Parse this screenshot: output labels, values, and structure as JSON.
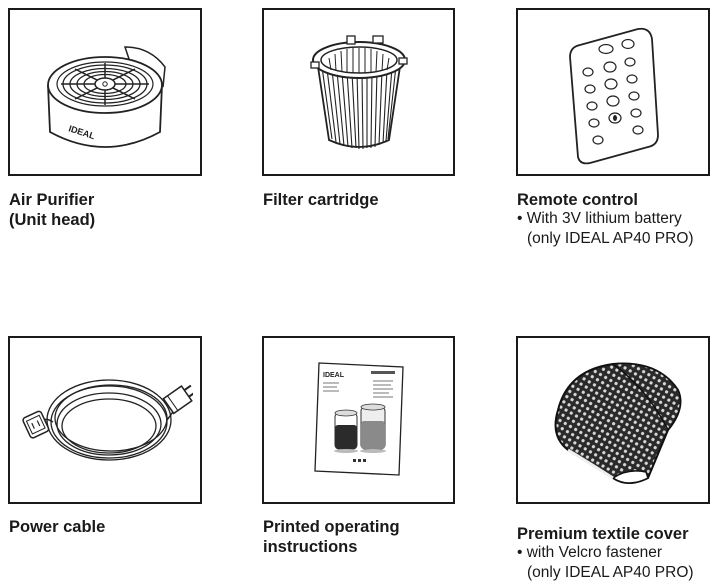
{
  "items": [
    {
      "title": [
        "Air Purifier",
        "(Unit head)"
      ],
      "notes": [],
      "icon": "air-purifier-unit-icon",
      "brand_text": "IDEAL"
    },
    {
      "title": [
        "Filter cartridge"
      ],
      "notes": [],
      "icon": "filter-cartridge-icon"
    },
    {
      "title": [
        "Remote control"
      ],
      "notes": [
        "• With 3V lithium battery",
        "(only IDEAL AP40 PRO)"
      ],
      "icon": "remote-control-icon"
    },
    {
      "title": [
        "Power cable"
      ],
      "notes": [],
      "icon": "power-cable-icon"
    },
    {
      "title": [
        "Printed operating",
        "instructions"
      ],
      "notes": [],
      "icon": "manual-booklet-icon",
      "brand_text": "IDEAL"
    },
    {
      "title": [
        "Premium textile cover"
      ],
      "notes": [
        "• with Velcro fastener",
        "(only IDEAL AP40 PRO)"
      ],
      "icon": "textile-cover-icon"
    }
  ]
}
